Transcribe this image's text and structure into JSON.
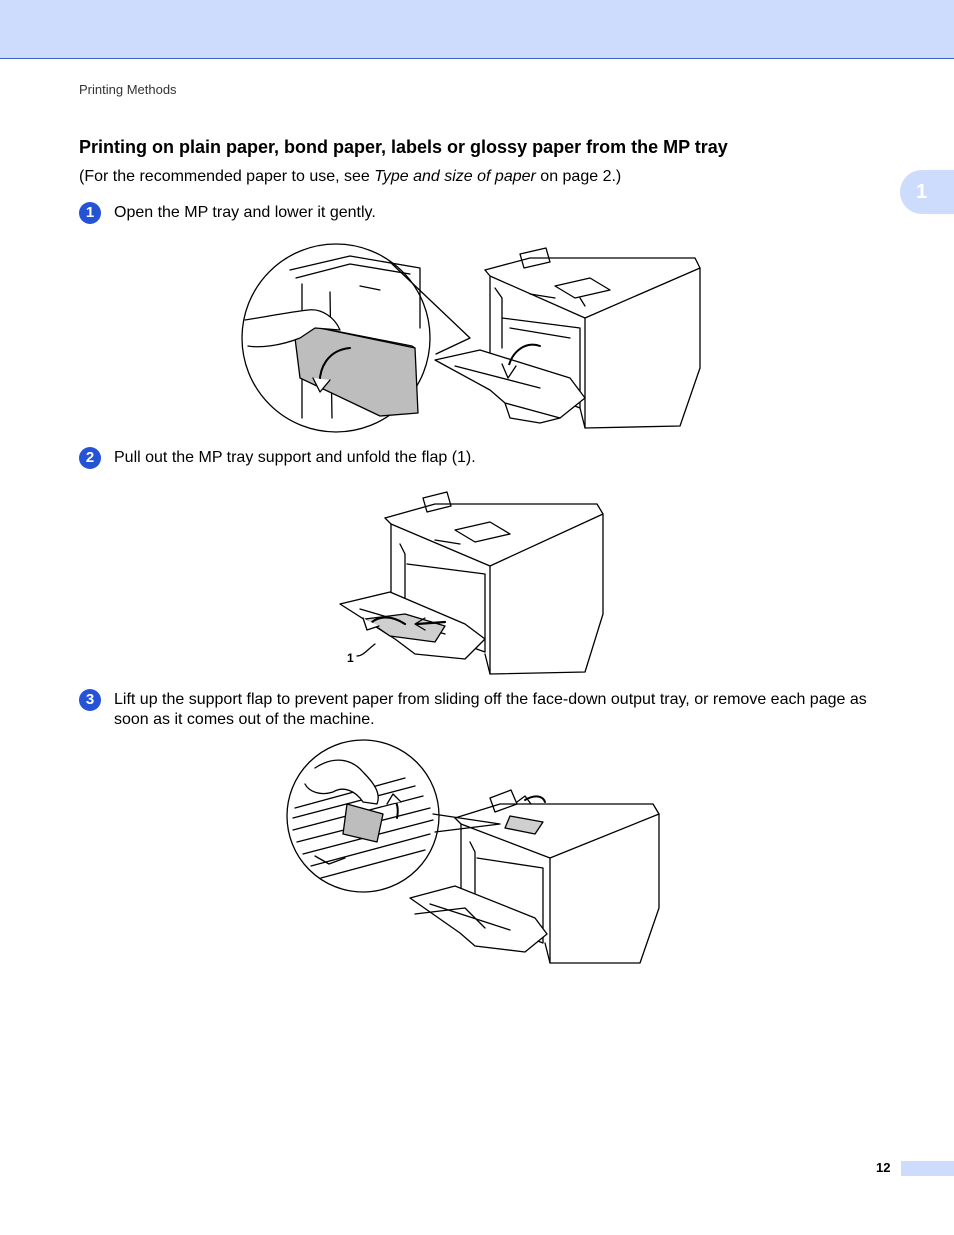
{
  "header": {
    "running_head": "Printing Methods"
  },
  "chapter_tab": {
    "number": "1"
  },
  "section": {
    "title": "Printing on plain paper, bond paper, labels or glossy paper from the MP tray",
    "intro_before": "(For the recommended paper to use, see ",
    "intro_link": "Type and size of paper",
    "intro_after": " on page 2.)"
  },
  "steps": [
    {
      "number": "1",
      "text": "Open the MP tray and lower it gently."
    },
    {
      "number": "2",
      "text": "Pull out the MP tray support and unfold the flap (1)."
    },
    {
      "number": "3",
      "text": "Lift up the support flap to prevent paper from sliding off the face-down output tray, or remove each page as soon as it comes out of the machine."
    }
  ],
  "figure2": {
    "callout_label": "1"
  },
  "footer": {
    "page_number": "12"
  }
}
